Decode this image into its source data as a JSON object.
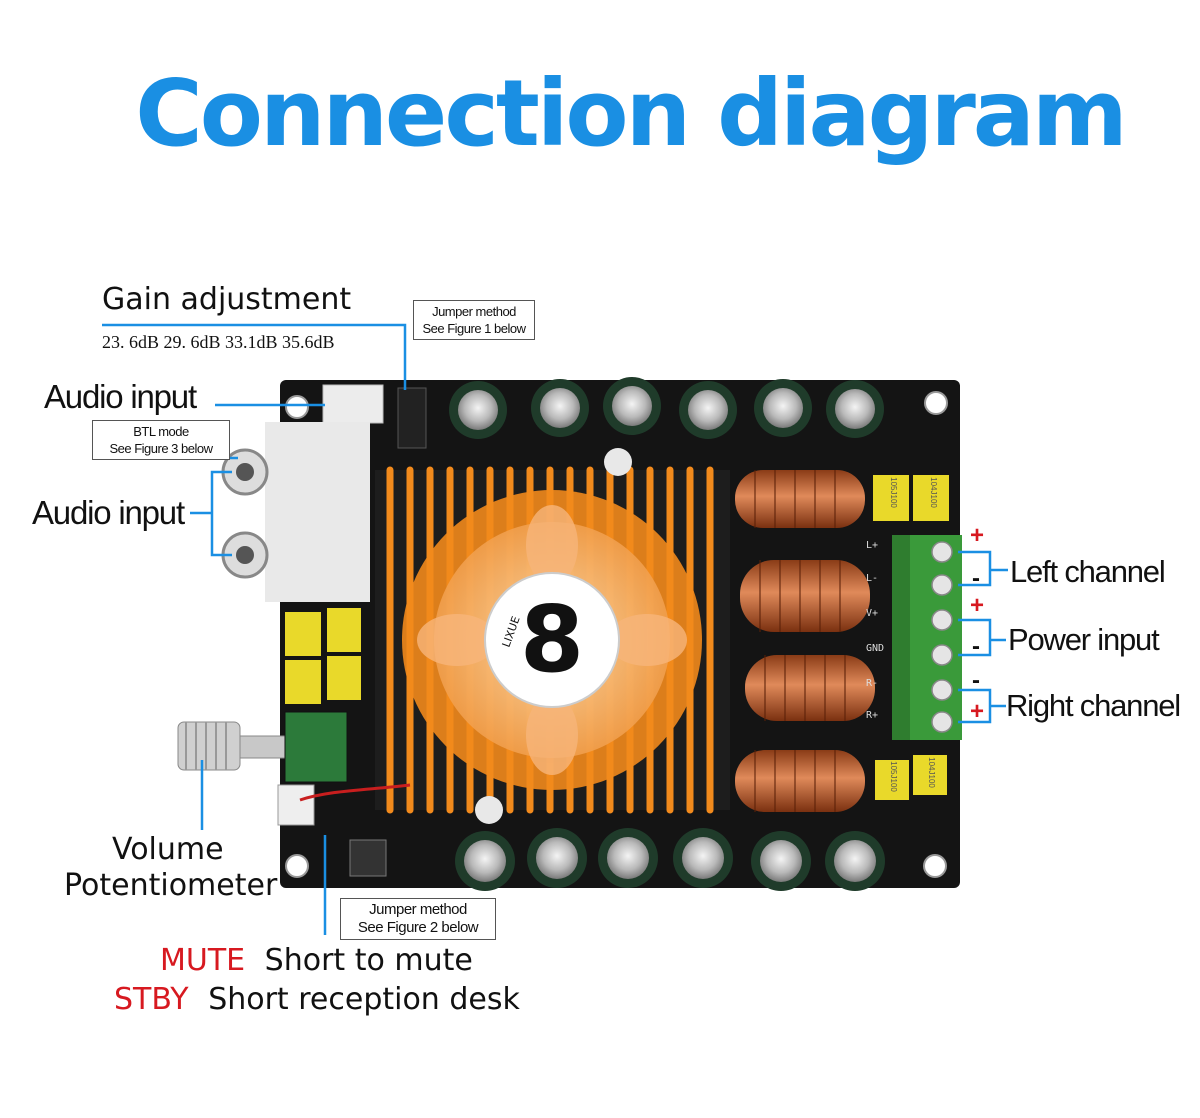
{
  "title": "Connection diagram",
  "colors": {
    "title": "#1a8fe3",
    "accent_red": "#d71920",
    "leader_blue": "#1a8fe3",
    "board": "#141414",
    "heatsink": "#f28a1c"
  },
  "labels": {
    "gain": {
      "heading": "Gain adjustment",
      "values": "23. 6dB 29. 6dB 33.1dB 35.6dB",
      "note_line1": "Jumper method",
      "note_line2": "See Figure 1 below"
    },
    "audio_input_top": "Audio input",
    "btl": {
      "line1": "BTL mode",
      "line2": "See Figure 3 below"
    },
    "audio_input_rca": "Audio input",
    "volume": {
      "line1": "Volume",
      "line2": "Potentiometer"
    },
    "jumper2": {
      "line1": "Jumper method",
      "line2": "See Figure 2 below"
    },
    "mute": {
      "key": "MUTE",
      "text": "Short to mute"
    },
    "stby": {
      "key": "STBY",
      "text": "Short reception desk"
    },
    "left_channel": "Left channel",
    "power_input": "Power input",
    "right_channel": "Right channel",
    "polarity": [
      "+",
      "-",
      "+",
      "-",
      "-",
      "+"
    ]
  },
  "board": {
    "fan_logo_text": "LIXUE",
    "terminal_labels": [
      "L+",
      "L-",
      "V+",
      "GND",
      "R-",
      "R+"
    ],
    "capacitor_marks": [
      "105J100",
      "104J100",
      "105J100",
      "104J100"
    ]
  }
}
